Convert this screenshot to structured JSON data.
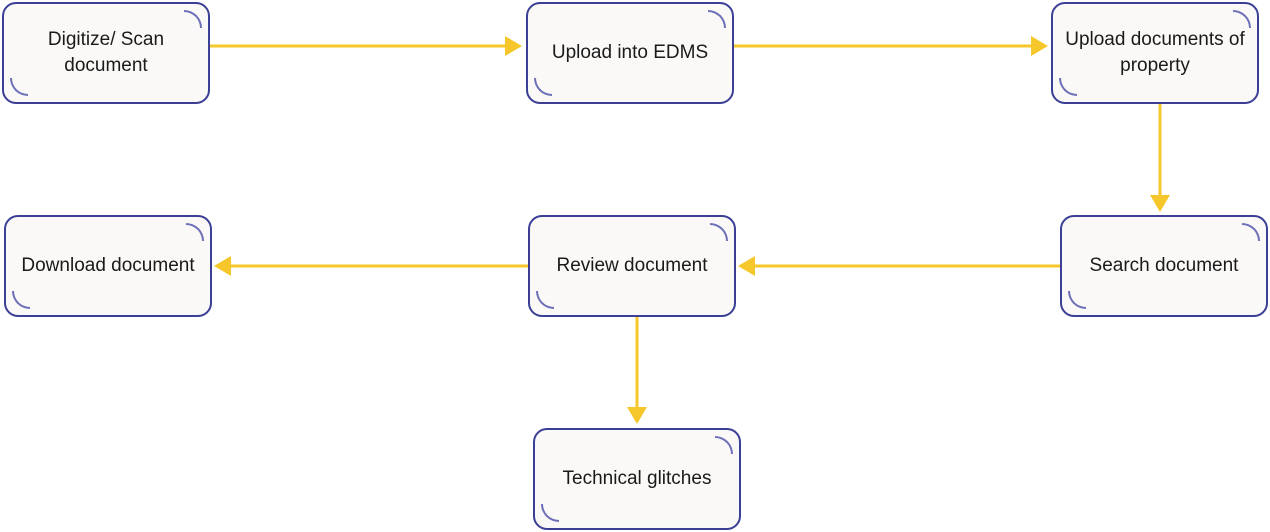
{
  "diagram": {
    "nodes": {
      "digitize": "Digitize/ Scan document",
      "upload_edms": "Upload into EDMS",
      "upload_property": "Upload documents of property",
      "search": "Search document",
      "review": "Review document",
      "download": "Download document",
      "glitches": "Technical glitches"
    },
    "edges": [
      {
        "from": "digitize",
        "to": "upload_edms"
      },
      {
        "from": "upload_edms",
        "to": "upload_property"
      },
      {
        "from": "upload_property",
        "to": "search"
      },
      {
        "from": "search",
        "to": "review"
      },
      {
        "from": "review",
        "to": "download"
      },
      {
        "from": "review",
        "to": "glitches"
      }
    ]
  },
  "colors": {
    "arrow": "#f5c72b",
    "node_border": "#3b3f96",
    "node_fill": "#faf9f7",
    "corner_accent": "#6d70b8",
    "text": "#1a1a1a"
  }
}
